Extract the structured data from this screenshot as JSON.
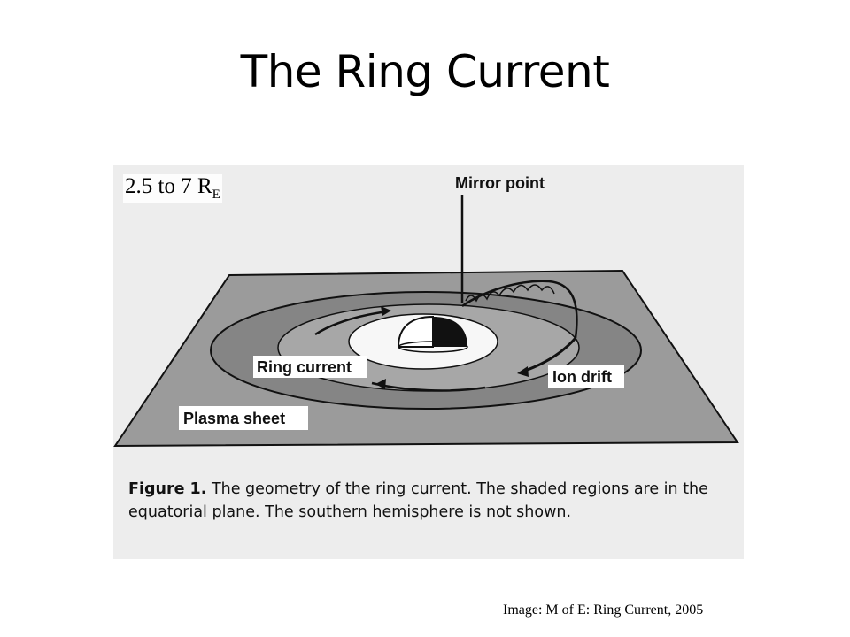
{
  "slide": {
    "title": "The Ring Current",
    "range_label": "2.5 to 7 R",
    "range_label_subscript": "E",
    "credit": "Image: M of E: Ring Current, 2005"
  },
  "figure": {
    "labels": {
      "mirror_point": "Mirror point",
      "ring_current": "Ring current",
      "ion_drift": "Ion drift",
      "plasma_sheet": "Plasma sheet"
    },
    "caption_prefix": "Figure 1.",
    "caption_text": "The geometry of the ring current. The shaded regions are in the equatorial plane. The southern hemisphere is not shown."
  },
  "colors": {
    "plane": "#9a9a9a",
    "outer_ring": "#8a8a8a",
    "inner_ring": "#a5a5a5",
    "scan_background": "#ededed"
  }
}
